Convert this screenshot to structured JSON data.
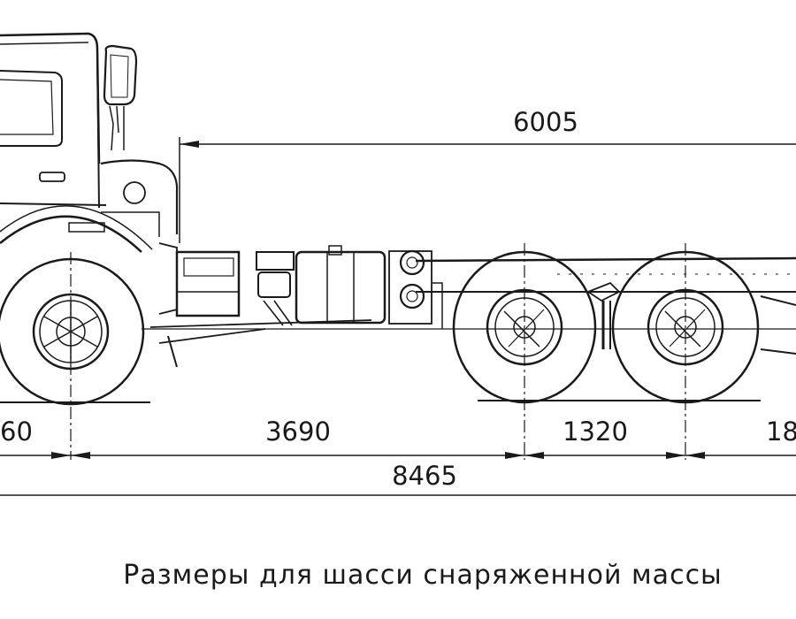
{
  "dimensions": {
    "top_overall": "6005",
    "front_partial": "60",
    "wheelbase_front": "3690",
    "rear_axle_spacing": "1320",
    "rear_overhang_partial": "18",
    "overall_base": "8465"
  },
  "caption": "Размеры для шасси снаряженной массы",
  "colors": {
    "line": "#1a1a1a",
    "background": "#ffffff"
  }
}
